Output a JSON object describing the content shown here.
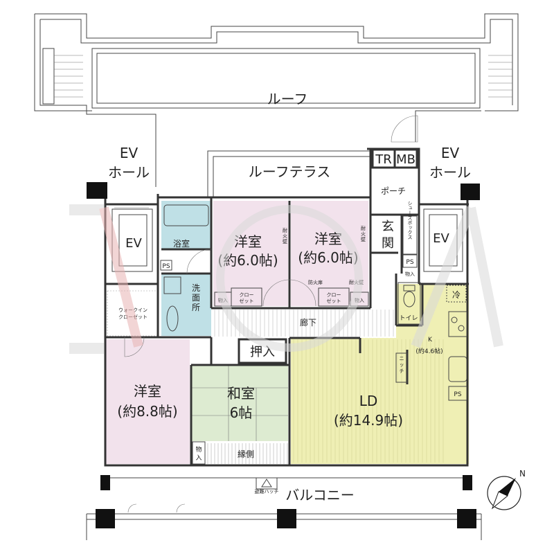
{
  "labels": {
    "roof": "ルーフ",
    "roof_terrace": "ルーフテラス",
    "ev_hall_left_1": "EV",
    "ev_hall_left_2": "ホール",
    "ev_hall_right_1": "EV",
    "ev_hall_right_2": "ホール",
    "ev_left": "EV",
    "ev_right": "EV",
    "tr": "TR",
    "mb": "MB",
    "porch": "ポーチ",
    "entrance_1": "玄",
    "entrance_2": "関",
    "shoe_box": "シューズボックス",
    "bath": "浴室",
    "ps": "PS",
    "washroom": "洗面所",
    "walk_in_1": "ウォークイン",
    "walk_in_2": "クローゼット",
    "room1_name": "洋室",
    "room1_size": "(約6.0帖)",
    "room2_name": "洋室",
    "room2_size": "(約6.0帖)",
    "fire_wall": "耐火壁",
    "fire_door": "防火扉",
    "closet_storage": "物入",
    "closet_1": "クロー",
    "closet_2": "ゼット",
    "hallway": "廊下",
    "toilet": "トイレ",
    "fridge": "冷",
    "kitchen_k": "K",
    "kitchen_size": "(約4.6帖)",
    "niche": "ニッチ",
    "oshiire": "押入",
    "western_big_name": "洋室",
    "western_big_size": "(約8.8帖)",
    "japanese_name": "和室",
    "japanese_size": "6帖",
    "ld_name": "LD",
    "ld_size": "(約14.9帖)",
    "engawa": "縁側",
    "balcony": "バルコニー",
    "hatch": "避難ハッチ",
    "north": "N"
  },
  "colors": {
    "pink_room": "#f2e2ec",
    "bath_blue": "#bfe0e6",
    "japanese_green": "#ddebd1",
    "ld_yellow": "#efefb4",
    "watermark": "#d9d9d9",
    "watermark_red": "#e8b3b3"
  }
}
